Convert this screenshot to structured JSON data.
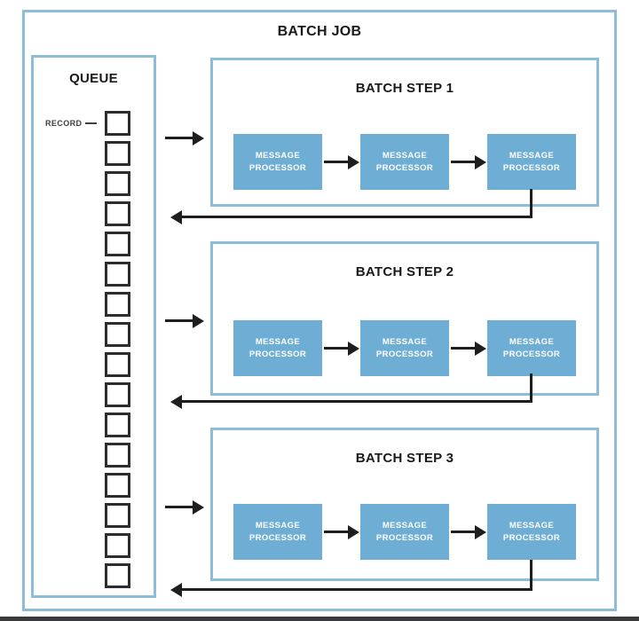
{
  "diagram": {
    "title": "BATCH JOB",
    "queue": {
      "title": "QUEUE",
      "record_label": "RECORD",
      "record_count": 16
    },
    "processor": {
      "line1": "MESSAGE",
      "line2": "PROCESSOR"
    },
    "steps": [
      {
        "title": "BATCH STEP 1",
        "processor_count": 3
      },
      {
        "title": "BATCH STEP 2",
        "processor_count": 3
      },
      {
        "title": "BATCH STEP 3",
        "processor_count": 3
      }
    ],
    "colors": {
      "box_border": "#8CBED8",
      "processor_fill": "#6FAED4",
      "processor_text": "#FFFFFF",
      "arrow_black": "#1E1E1E",
      "record_border": "#2D2D2D",
      "title_text": "#1A1A1A",
      "record_label_text": "#3F3F3F",
      "bottom_strip": "#3A3A3A"
    }
  }
}
